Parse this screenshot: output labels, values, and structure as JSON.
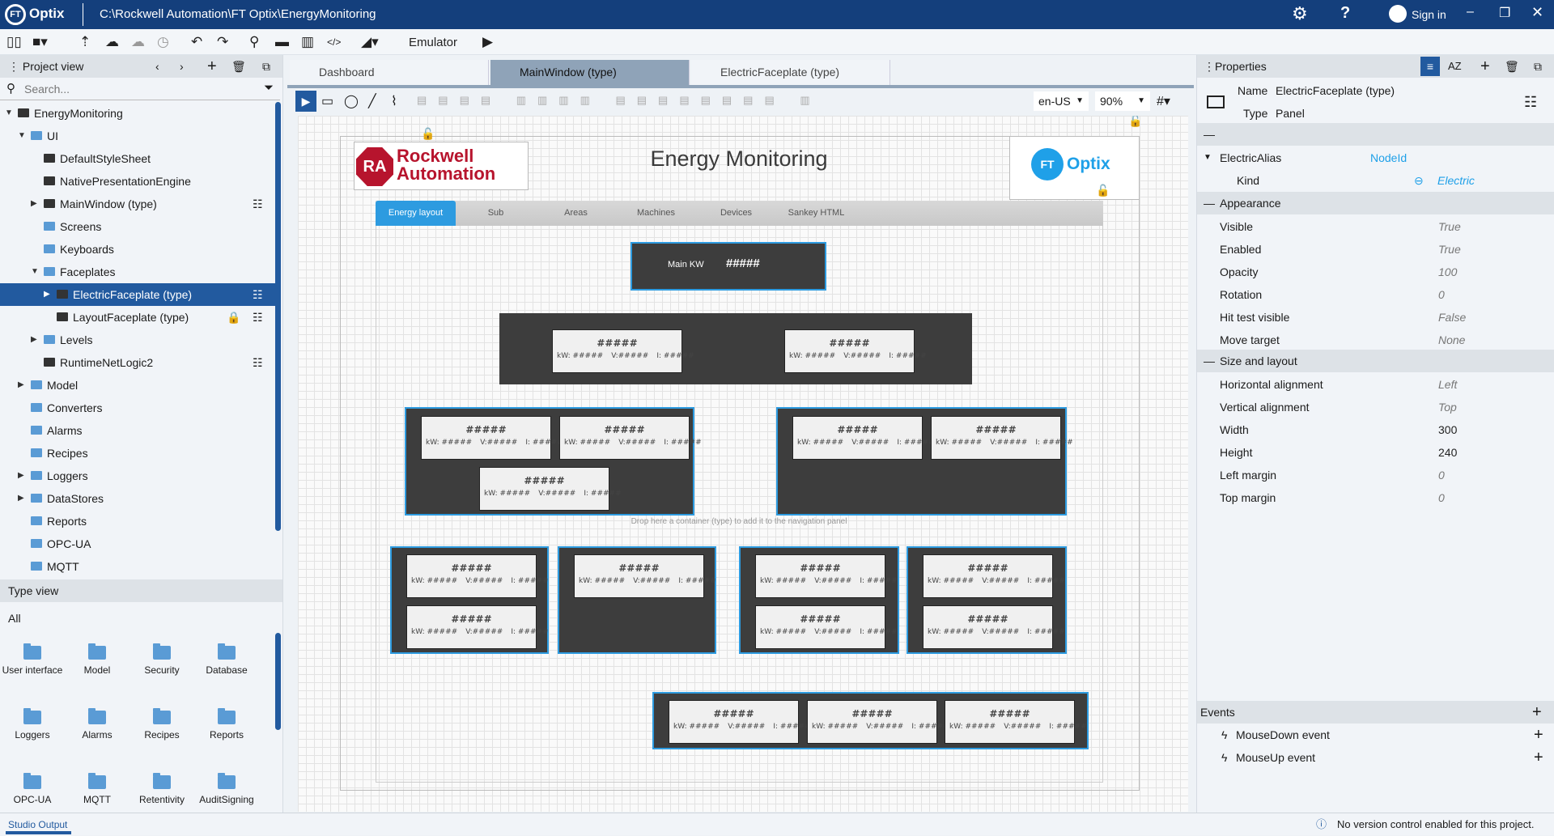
{
  "titlebar": {
    "app": "Optix",
    "path": "C:\\Rockwell Automation\\FT Optix\\EnergyMonitoring",
    "sign_in": "Sign in"
  },
  "toolbar": {
    "emulator": "Emulator"
  },
  "project_view": {
    "title": "Project view",
    "search_placeholder": "Search...",
    "items": [
      {
        "label": "EnergyMonitoring",
        "level": 0,
        "arrow": "down",
        "icon": "project-icon"
      },
      {
        "label": "UI",
        "level": 1,
        "arrow": "down",
        "icon": "folder-icon"
      },
      {
        "label": "DefaultStyleSheet",
        "level": 2,
        "icon": "stylesheet-icon"
      },
      {
        "label": "NativePresentationEngine",
        "level": 2,
        "icon": "gear-icon"
      },
      {
        "label": "MainWindow (type)",
        "level": 2,
        "arrow": "right",
        "icon": "window-icon",
        "action": true
      },
      {
        "label": "Screens",
        "level": 2,
        "icon": "folder-icon"
      },
      {
        "label": "Keyboards",
        "level": 2,
        "icon": "folder-icon"
      },
      {
        "label": "Faceplates",
        "level": 2,
        "arrow": "down",
        "icon": "folder-icon"
      },
      {
        "label": "ElectricFaceplate (type)",
        "level": 3,
        "arrow": "right",
        "icon": "panel-icon",
        "action": true,
        "selected": true
      },
      {
        "label": "LayoutFaceplate (type)",
        "level": 3,
        "icon": "panel-icon",
        "action": true,
        "locked": true
      },
      {
        "label": "Levels",
        "level": 2,
        "arrow": "right",
        "icon": "folder-icon"
      },
      {
        "label": "RuntimeNetLogic2",
        "level": 2,
        "icon": "netlogic-icon",
        "action": true
      },
      {
        "label": "Model",
        "level": 1,
        "arrow": "right",
        "icon": "folder-icon"
      },
      {
        "label": "Converters",
        "level": 1,
        "icon": "folder-icon"
      },
      {
        "label": "Alarms",
        "level": 1,
        "icon": "folder-icon"
      },
      {
        "label": "Recipes",
        "level": 1,
        "icon": "folder-icon"
      },
      {
        "label": "Loggers",
        "level": 1,
        "arrow": "right",
        "icon": "folder-icon"
      },
      {
        "label": "DataStores",
        "level": 1,
        "arrow": "right",
        "icon": "folder-icon"
      },
      {
        "label": "Reports",
        "level": 1,
        "icon": "folder-icon"
      },
      {
        "label": "OPC-UA",
        "level": 1,
        "icon": "folder-icon"
      },
      {
        "label": "MQTT",
        "level": 1,
        "icon": "folder-icon"
      }
    ]
  },
  "type_view": {
    "title": "Type view",
    "filter": "All",
    "items": [
      "User interface",
      "Model",
      "Security",
      "Database",
      "Loggers",
      "Alarms",
      "Recipes",
      "Reports",
      "OPC-UA",
      "MQTT",
      "Retentivity",
      "AuditSigning"
    ]
  },
  "editor_tabs": [
    {
      "label": "Dashboard",
      "active": false
    },
    {
      "label": "MainWindow (type)",
      "active": true
    },
    {
      "label": "ElectricFaceplate (type)",
      "active": false
    }
  ],
  "editor_toolbar": {
    "locale": "en-US",
    "zoom": "90%"
  },
  "screen": {
    "title": "Energy Monitoring",
    "logo_left": "Rockwell Automation",
    "logo_right": "FT Optix",
    "nav_tabs": [
      "Energy layout",
      "Sub",
      "Areas",
      "Machines",
      "Devices",
      "Sankey HTML"
    ],
    "nav_active": 0,
    "main_kw_label": "Main KW",
    "main_kw_value": "#####",
    "drop_hint": "Drop here a container (type) to add it to the navigation panel",
    "faceplate": {
      "title": "#####",
      "kw": "kW: #####",
      "v": "V:#####",
      "i": "I: #####"
    },
    "accent": "#2d9be0"
  },
  "properties": {
    "title": "Properties",
    "name_label": "Name",
    "name_value": "ElectricFaceplate (type)",
    "type_label": "Type",
    "type_value": "Panel",
    "alias": {
      "label": "ElectricAlias",
      "value": "NodeId",
      "kind_label": "Kind",
      "kind_value": "Electric"
    },
    "appearance": {
      "title": "Appearance",
      "rows": [
        [
          "Visible",
          "True"
        ],
        [
          "Enabled",
          "True"
        ],
        [
          "Opacity",
          "100"
        ],
        [
          "Rotation",
          "0"
        ],
        [
          "Hit test visible",
          "False"
        ],
        [
          "Move target",
          "None"
        ]
      ]
    },
    "size": {
      "title": "Size and layout",
      "rows": [
        [
          "Horizontal alignment",
          "Left"
        ],
        [
          "Vertical alignment",
          "Top"
        ],
        [
          "Width",
          "300"
        ],
        [
          "Height",
          "240"
        ],
        [
          "Left margin",
          "0"
        ],
        [
          "Top margin",
          "0"
        ]
      ]
    },
    "events": {
      "title": "Events",
      "rows": [
        "MouseDown event",
        "MouseUp event"
      ]
    }
  },
  "status": {
    "tab": "Studio Output",
    "message": "No version control enabled for this project."
  }
}
